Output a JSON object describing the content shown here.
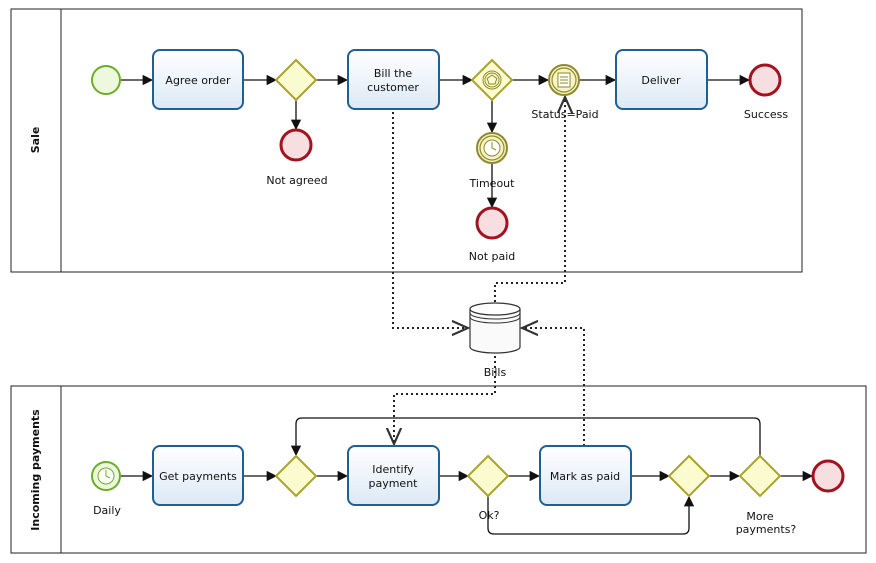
{
  "pools": {
    "sale": {
      "label": "Sale"
    },
    "incoming": {
      "label": "Incoming payments"
    }
  },
  "tasks": {
    "agree_order": "Agree order",
    "bill_customer": [
      "Bill the",
      "customer"
    ],
    "deliver": "Deliver",
    "get_payments": "Get payments",
    "identify_payment": [
      "Identify",
      "payment"
    ],
    "mark_as_paid": "Mark as paid"
  },
  "events": {
    "not_agreed": "Not agreed",
    "timeout": "Timeout",
    "not_paid": "Not paid",
    "status_paid": "Status=Paid",
    "success": "Success",
    "daily": "Daily"
  },
  "gateways": {
    "ok": "Ok?",
    "more_payments": [
      "More",
      "payments?"
    ]
  },
  "data_store": {
    "label": "Bills"
  },
  "colors": {
    "task_stroke": "#1f5f94",
    "task_fill": "#e8f1fb",
    "gateway_stroke": "#a9a22a",
    "gateway_fill": "#fbfbd0",
    "start_stroke": "#6cae27",
    "start_fill": "#eef8de",
    "end_stroke": "#a3121f",
    "end_fill": "#f7dfe1",
    "inter_stroke": "#8e8a2a",
    "inter_fill": "#f6f3c7"
  }
}
